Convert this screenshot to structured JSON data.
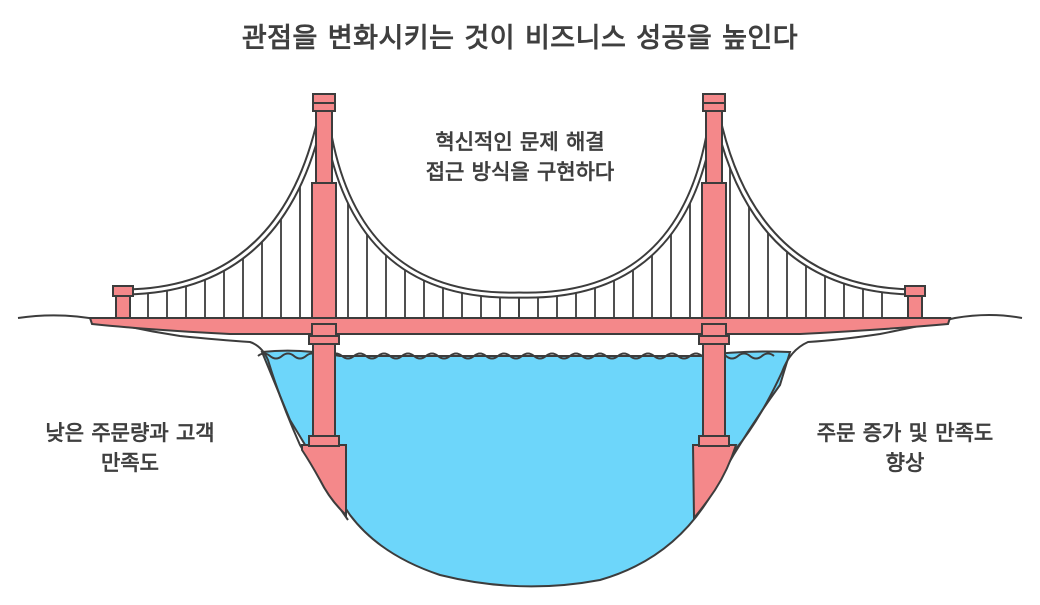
{
  "title": "관점을 변화시키는 것이 비즈니스 성공을 높인다",
  "labels": {
    "center": [
      "혁신적인 문제 해결",
      "접근 방식을 구현하다"
    ],
    "left": [
      "낮은 주문량과 고객",
      "만족도"
    ],
    "right": [
      "주문 증가 및 만족도",
      "향상"
    ]
  },
  "colors": {
    "bridge": "#f4888a",
    "outline": "#3c3c3c",
    "water": "#6dd6fa",
    "cable": "#ffffff",
    "text": "#3f3f3f"
  }
}
